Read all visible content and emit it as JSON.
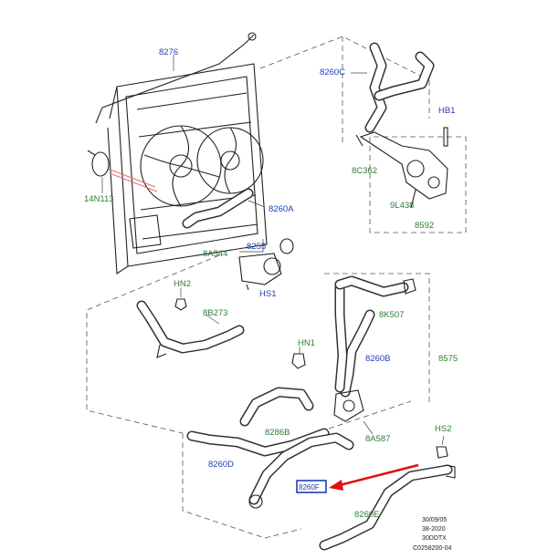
{
  "labels": {
    "p8276": "8276",
    "p8260C": "8260C",
    "pHB1": "HB1",
    "p8C362": "8C362",
    "p9L438": "9L438",
    "p8592": "8592",
    "p14N113": "14N113",
    "p8260A": "8260A",
    "p8255": "8255",
    "p8A544": "8A544",
    "pHS1": "HS1",
    "pHN2": "HN2",
    "p8B273": "8B273",
    "p8K507": "8K507",
    "pHN1": "HN1",
    "p8260B": "8260B",
    "p8575": "8575",
    "p8286B": "8286B",
    "p8A587": "8A587",
    "pHS2": "HS2",
    "p8260D": "8260D",
    "p8260E": "8260E",
    "p8260F": "8260F"
  },
  "ref_block": {
    "line1": "30/09/05",
    "line2": "38-2020",
    "line3": "30DDTX",
    "line4": "C0258200-04"
  },
  "colors": {
    "label_blue": "#1f3fb4",
    "label_green": "#2f7d32",
    "arrow_red": "#e01010",
    "highlight_box": "#1f3fb4"
  }
}
